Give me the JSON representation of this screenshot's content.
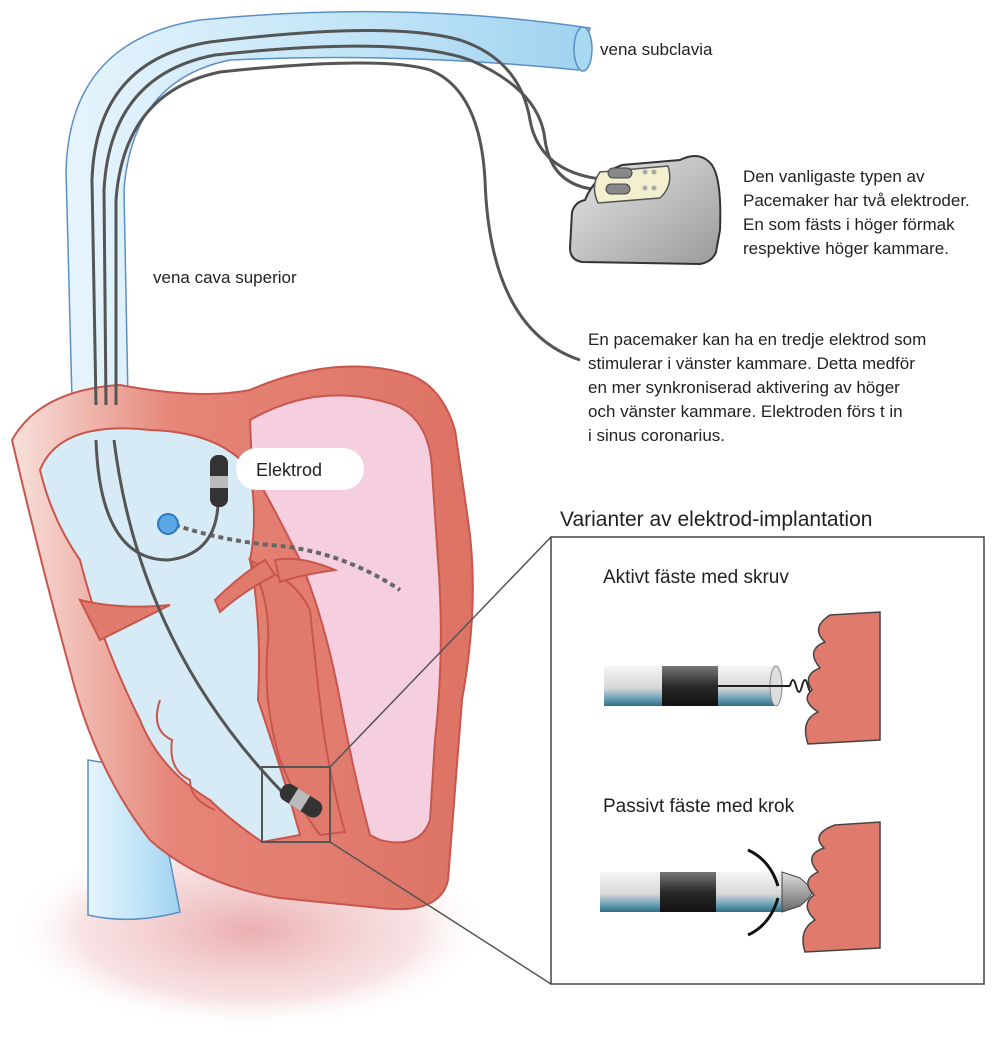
{
  "labels": {
    "vena_subclavia": "vena subclavia",
    "vena_cava_superior": "vena cava superior",
    "elektrod": "Elektrod",
    "varianter_title": "Varianter av elektrod-implantation",
    "aktivt_faste": "Aktivt fäste med skruv",
    "passivt_faste": "Passivt fäste med krok"
  },
  "texts": {
    "two_electrodes": "Den vanligaste typen av\nPacemaker har två elektroder.\nEn som fästs i höger förmak\nrespektive höger kammare.",
    "third_electrode": "En pacemaker kan ha en tredje elektrod som\nstimulerar i vänster kammare. Detta medför\nen mer synkroniserad aktivering av höger\noch vänster kammare. Elektroden förs t in\ni sinus coronarius."
  },
  "colors": {
    "myocardium": "#e07a6c",
    "myocardium_dark": "#c8564c",
    "right_chambers": "#d6ebf5",
    "left_chambers": "#f5cfe0",
    "vessel": "#bfe3f7",
    "vessel_outline": "#5b8fc7",
    "lead_wire": "#555555",
    "pacemaker_body": "#bdbdbd",
    "header_block": "#f3efcf",
    "glow": "#e8a5a8"
  }
}
